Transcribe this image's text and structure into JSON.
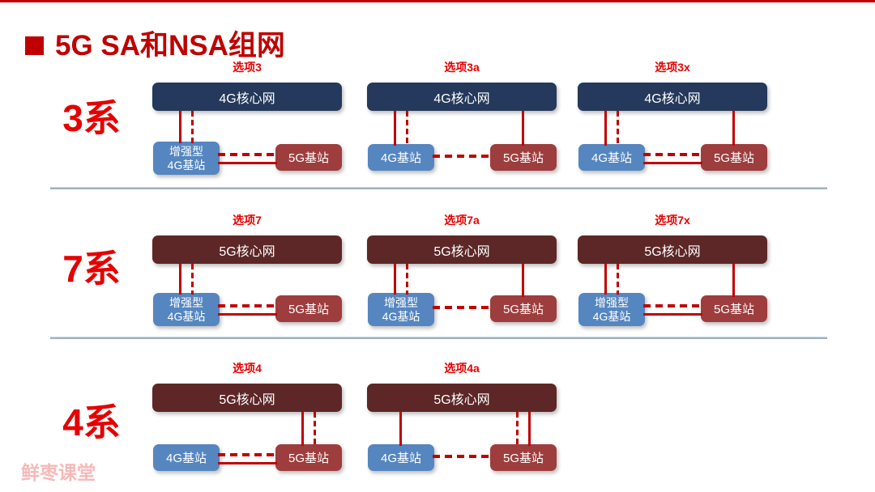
{
  "slide": {
    "title": "5G SA和NSA组网",
    "watermark": "鲜枣课堂"
  },
  "colors": {
    "accent_red": "#c00000",
    "bright_red": "#e60000",
    "core_4g_navy": "#24395b",
    "core_5g_maroon": "#5d2727",
    "station_blue": "#5586c0",
    "station_red": "#9e3d3d",
    "divider_gray": "#9fb2bd",
    "watermark_pink": "#f6b9b9"
  },
  "rows": [
    {
      "label": "3系",
      "diagrams": [
        {
          "option": "选项3",
          "core": "4G核心网",
          "core_type": "4g",
          "left": {
            "lines": [
              "增强型",
              "4G基站"
            ],
            "type": "blue"
          },
          "right": {
            "lines": [
              "5G基站"
            ],
            "type": "red"
          },
          "links": {
            "core_left": [
              "solid",
              "dashed"
            ],
            "core_right": [],
            "left_right": [
              "dashed",
              "solid"
            ]
          }
        },
        {
          "option": "选项3a",
          "core": "4G核心网",
          "core_type": "4g",
          "left": {
            "lines": [
              "4G基站"
            ],
            "type": "blue"
          },
          "right": {
            "lines": [
              "5G基站"
            ],
            "type": "red"
          },
          "links": {
            "core_left": [
              "solid",
              "dashed"
            ],
            "core_right": [
              "solid"
            ],
            "left_right": [
              "dashed"
            ]
          }
        },
        {
          "option": "选项3x",
          "core": "4G核心网",
          "core_type": "4g",
          "left": {
            "lines": [
              "4G基站"
            ],
            "type": "blue"
          },
          "right": {
            "lines": [
              "5G基站"
            ],
            "type": "red"
          },
          "links": {
            "core_left": [
              "solid",
              "dashed"
            ],
            "core_right": [
              "solid"
            ],
            "left_right": [
              "dashed",
              "solid"
            ]
          }
        }
      ]
    },
    {
      "label": "7系",
      "diagrams": [
        {
          "option": "选项7",
          "core": "5G核心网",
          "core_type": "5g",
          "left": {
            "lines": [
              "增强型",
              "4G基站"
            ],
            "type": "blue"
          },
          "right": {
            "lines": [
              "5G基站"
            ],
            "type": "red"
          },
          "links": {
            "core_left": [
              "solid",
              "dashed"
            ],
            "core_right": [],
            "left_right": [
              "dashed",
              "solid"
            ]
          }
        },
        {
          "option": "选项7a",
          "core": "5G核心网",
          "core_type": "5g",
          "left": {
            "lines": [
              "增强型",
              "4G基站"
            ],
            "type": "blue"
          },
          "right": {
            "lines": [
              "5G基站"
            ],
            "type": "red"
          },
          "links": {
            "core_left": [
              "solid",
              "dashed"
            ],
            "core_right": [
              "solid"
            ],
            "left_right": [
              "dashed"
            ]
          }
        },
        {
          "option": "选项7x",
          "core": "5G核心网",
          "core_type": "5g",
          "left": {
            "lines": [
              "增强型",
              "4G基站"
            ],
            "type": "blue"
          },
          "right": {
            "lines": [
              "5G基站"
            ],
            "type": "red"
          },
          "links": {
            "core_left": [
              "solid",
              "dashed"
            ],
            "core_right": [
              "solid"
            ],
            "left_right": [
              "dashed",
              "solid"
            ]
          }
        }
      ]
    },
    {
      "label": "4系",
      "diagrams": [
        {
          "option": "选项4",
          "core": "5G核心网",
          "core_type": "5g",
          "left": {
            "lines": [
              "4G基站"
            ],
            "type": "blue"
          },
          "right": {
            "lines": [
              "5G基站"
            ],
            "type": "red"
          },
          "links": {
            "core_left": [],
            "core_right": [
              "solid",
              "dashed"
            ],
            "left_right": [
              "dashed",
              "solid"
            ]
          }
        },
        {
          "option": "选项4a",
          "core": "5G核心网",
          "core_type": "5g",
          "left": {
            "lines": [
              "4G基站"
            ],
            "type": "blue"
          },
          "right": {
            "lines": [
              "5G基站"
            ],
            "type": "red"
          },
          "links": {
            "core_left": [
              "solid"
            ],
            "core_right": [
              "dashed",
              "solid"
            ],
            "left_right": [
              "dashed"
            ]
          }
        }
      ]
    }
  ]
}
